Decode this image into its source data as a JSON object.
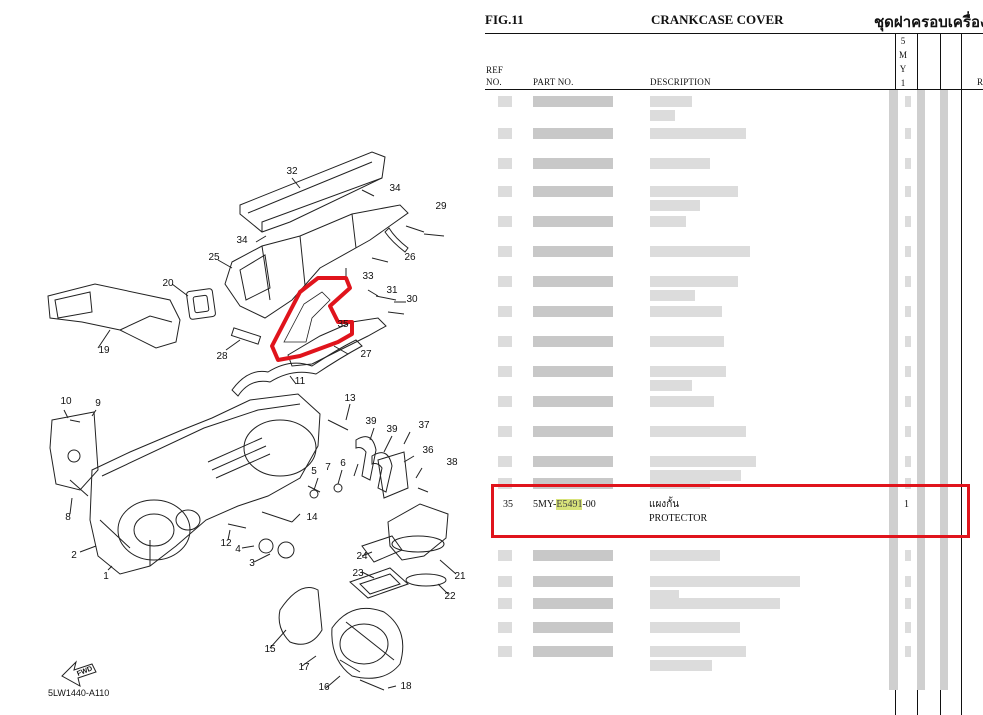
{
  "diagram": {
    "code": "5LW1440-A110",
    "fwd_label": "FWD",
    "callouts": [
      "1",
      "2",
      "3",
      "4",
      "5",
      "6",
      "7",
      "8",
      "9",
      "10",
      "11",
      "12",
      "13",
      "14",
      "15",
      "16",
      "17",
      "18",
      "19",
      "20",
      "21",
      "22",
      "23",
      "24",
      "25",
      "26",
      "27",
      "28",
      "29",
      "30",
      "31",
      "32",
      "33",
      "34",
      "34",
      "35",
      "36",
      "37",
      "38",
      "39",
      "39"
    ]
  },
  "sheet": {
    "fig_no": "FIG.11",
    "fig_title": "CRANKCASE COVER",
    "fig_title_thai": "ชุดฝาครอบเครื่อง",
    "headers": {
      "ref": "REF",
      "no": "NO.",
      "part_no": "PART NO.",
      "description": "DESCRIPTION",
      "remarks_initial": "R",
      "model_code": [
        "5",
        "M",
        "Y",
        "1"
      ]
    },
    "highlighted_row": {
      "ref": "35",
      "part_prefix": "5MY-",
      "part_mid": "E5491",
      "part_suffix": "-00",
      "description_thai": "แผงกั้น",
      "description": "PROTECTOR",
      "qty": "1"
    }
  },
  "colors": {
    "highlight_box": "#e0141c",
    "part_highlight": "#d8e37a",
    "line": "#111111"
  }
}
